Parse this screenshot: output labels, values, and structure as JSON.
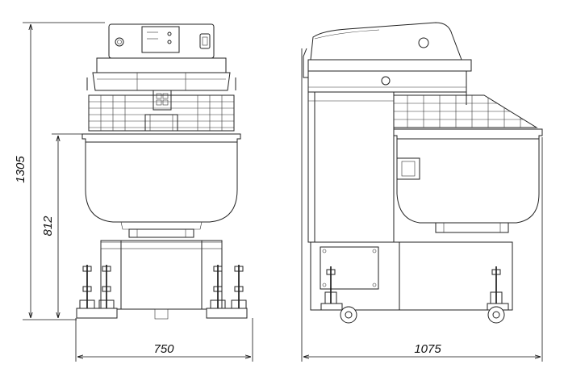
{
  "dimensions": {
    "height_total": "1305",
    "height_bowl": "812",
    "width_front": "750",
    "length_side": "1075"
  }
}
